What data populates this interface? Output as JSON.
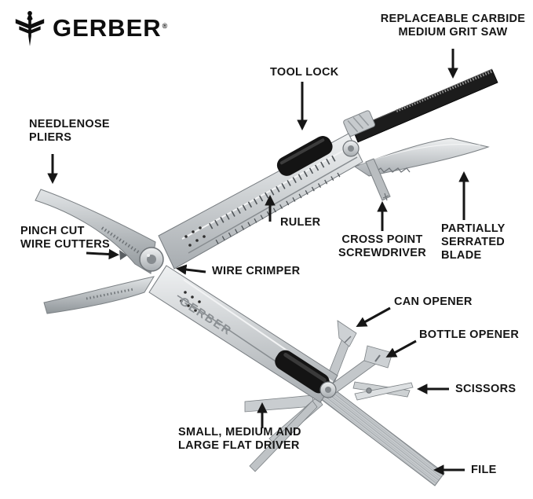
{
  "logo": {
    "brand": "GERBER",
    "registered": "®",
    "icon": "gerber-sword-icon"
  },
  "engraving": {
    "handle_brand": "GERBER"
  },
  "colors": {
    "background": "#ffffff",
    "label_text": "#161616",
    "arrow": "#161616",
    "metal_light": "#eceeef",
    "metal_dark": "#a7acb0",
    "grip_black": "#141414",
    "saw_black": "#1c1c1c"
  },
  "labels": {
    "saw": "REPLACEABLE CARBIDE\nMEDIUM GRIT SAW",
    "tool_lock": "TOOL LOCK",
    "needlenose_pliers": "NEEDLENOSE\nPLIERS",
    "wire_cutters": "PINCH CUT\nWIRE CUTTERS",
    "ruler": "RULER",
    "cross_point_screwdriver": "CROSS POINT\nSCREWDRIVER",
    "serrated_blade": "PARTIALLY\nSERRATED\nBLADE",
    "wire_crimper": "WIRE CRIMPER",
    "can_opener": "CAN OPENER",
    "bottle_opener": "BOTTLE OPENER",
    "scissors": "SCISSORS",
    "flat_drivers": "SMALL, MEDIUM AND\nLARGE FLAT DRIVER",
    "file": "FILE"
  }
}
